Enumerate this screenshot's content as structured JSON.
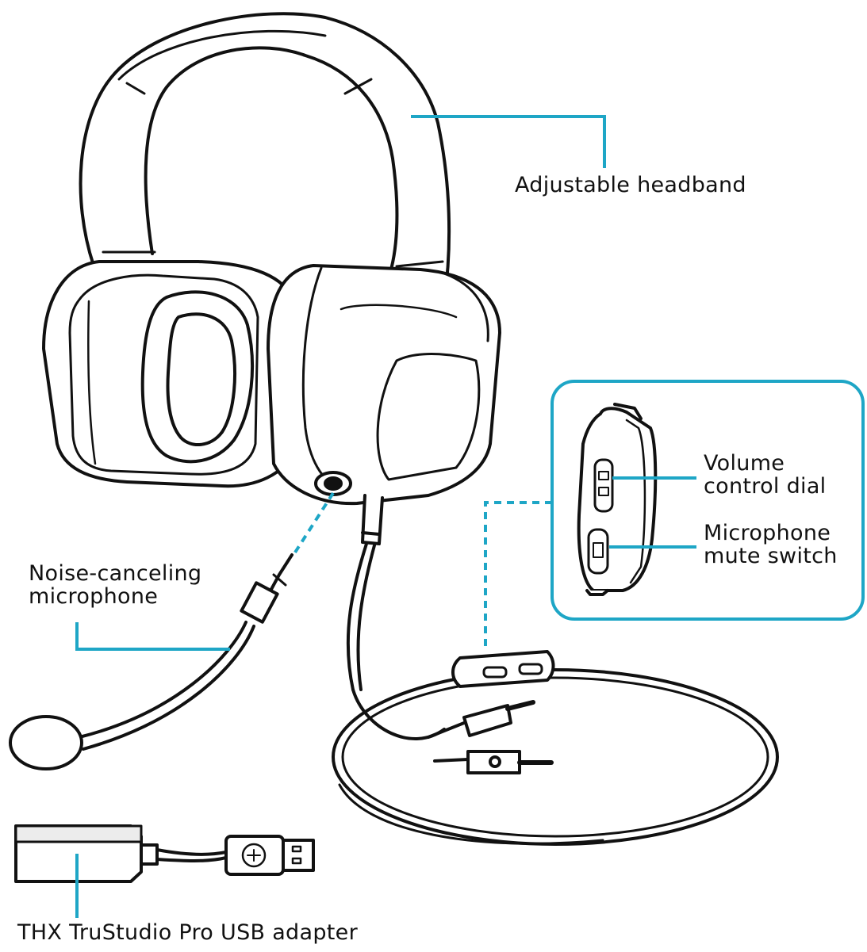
{
  "colors": {
    "callout": "#1ea6c6",
    "outline": "#111111",
    "shade": "#ececec",
    "background": "#ffffff"
  },
  "icons": {
    "usb": "usb-trident-icon",
    "headphone_plug": "headphone-symbol-icon",
    "mic_plug": "microphone-symbol-icon"
  },
  "labels": {
    "headband": "Adjustable headband",
    "volume_line1": "Volume",
    "volume_line2": "control dial",
    "mute_line1": "Microphone",
    "mute_line2": "mute switch",
    "mic_line1": "Noise-canceling",
    "mic_line2": "microphone",
    "usb": "THX TruStudio Pro USB adapter"
  }
}
